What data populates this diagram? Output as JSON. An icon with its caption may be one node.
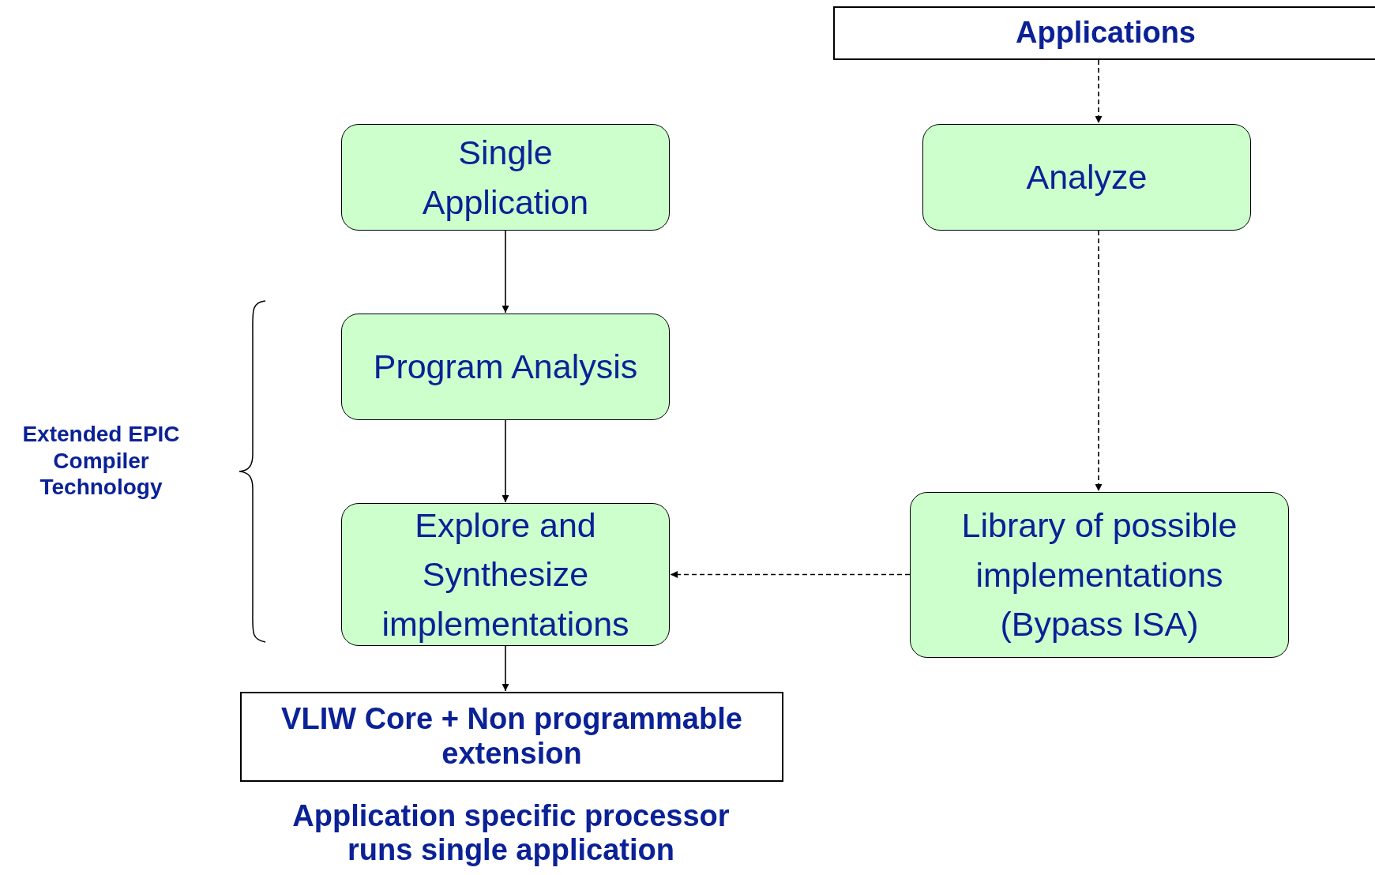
{
  "diagram": {
    "caption": "Application specific processor runs single application",
    "nodes": [
      {
        "text": [
          "Applications"
        ]
      },
      {
        "text": [
          "Single Application"
        ]
      },
      {
        "text": [
          "Analyze"
        ]
      },
      {
        "text": [
          "Program Analysis"
        ]
      },
      {
        "text": [
          "Explore and Synthesize implementations"
        ]
      },
      {
        "text": [
          "Library of possible implementations (Bypass ISA)"
        ]
      },
      {
        "text": [
          "VLIW Core + Non programmable extension"
        ]
      }
    ],
    "edges": [
      {
        "from": 0,
        "to": 2,
        "arrow": "to",
        "style": "dashed"
      },
      {
        "from": 1,
        "to": 3,
        "arrow": "to"
      },
      {
        "from": 3,
        "to": 4,
        "arrow": "to"
      },
      {
        "from": 2,
        "to": 5,
        "arrow": "to",
        "style": "dashed"
      },
      {
        "from": 5,
        "to": 4,
        "arrow": "to",
        "style": "dashed"
      },
      {
        "from": 4,
        "to": 6,
        "arrow": "to"
      }
    ],
    "labels": [
      "Extended EPIC Compiler Technology"
    ]
  }
}
